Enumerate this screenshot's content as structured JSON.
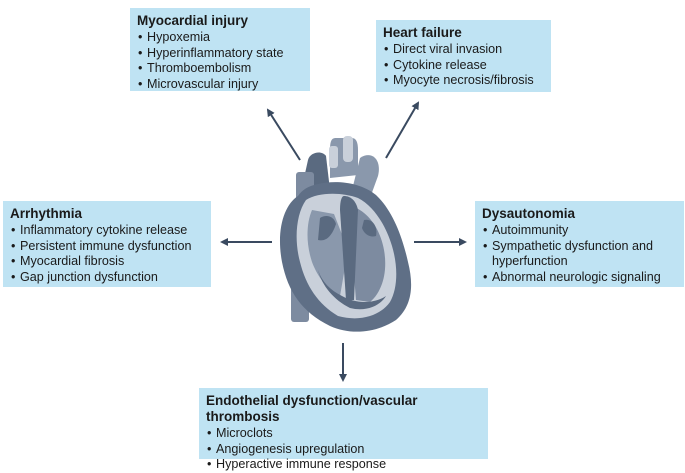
{
  "boxes": {
    "myocardial_injury": {
      "title": "Myocardial injury",
      "items": [
        "Hypoxemia",
        "Hyperinflammatory state",
        "Thromboembolism",
        "Microvascular injury"
      ]
    },
    "heart_failure": {
      "title": "Heart failure",
      "items": [
        "Direct viral invasion",
        "Cytokine release",
        "Myocyte necrosis/fibrosis"
      ]
    },
    "arrhythmia": {
      "title": "Arrhythmia",
      "items": [
        "Inflammatory cytokine release",
        "Persistent immune dysfunction",
        "Myocardial fibrosis",
        "Gap junction dysfunction"
      ]
    },
    "dysautonomia": {
      "title": "Dysautonomia",
      "items": [
        "Autoimmunity",
        "Sympathetic dysfunction and hyperfunction",
        "Abnormal neurologic signaling"
      ]
    },
    "endothelial": {
      "title": "Endothelial dysfunction/vascular thrombosis",
      "items": [
        "Microclots",
        "Angiogenesis upregulation",
        "Hyperactive immune response"
      ]
    }
  },
  "colors": {
    "box_fill": "#bfe3f3",
    "arrow": "#3a4a60",
    "heart_dark": "#5a6a80",
    "heart_mid": "#8a98ac",
    "heart_light": "#c9d0da"
  }
}
